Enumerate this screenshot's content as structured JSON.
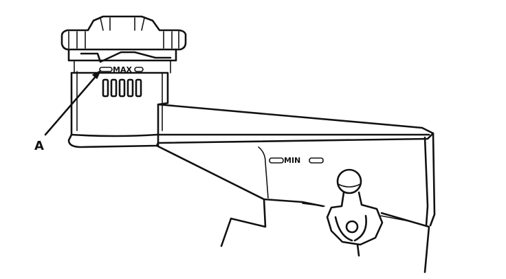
{
  "figure": {
    "label_a": "A",
    "max_mark": "MAX",
    "min_mark": "MIN",
    "parts": {
      "reservoir_cap": "reservoir-cap-icon",
      "reservoir_body": "reservoir-body-icon",
      "mounting_bracket": "mounting-bracket-icon"
    }
  }
}
